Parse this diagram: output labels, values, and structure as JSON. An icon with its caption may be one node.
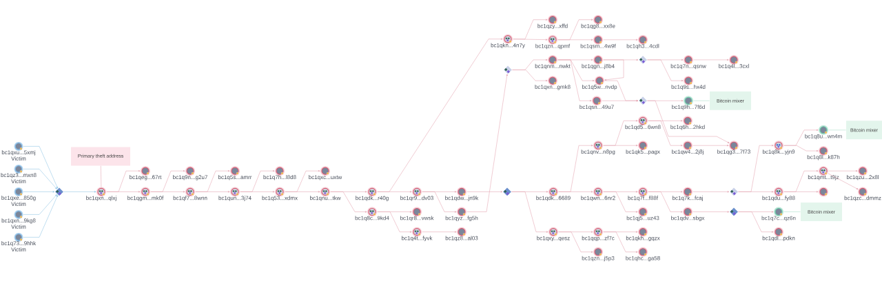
{
  "diagram": {
    "nodes": [
      {
        "text": [
          "bc1qxu...5xmj",
          "Victim"
        ]
      },
      {
        "text": [
          "bc1qz3...mxn8",
          "Victim"
        ]
      },
      {
        "text": [
          "bc1qxe...850g",
          "Victim"
        ]
      },
      {
        "text": [
          "bc1qxn...9kg8",
          "Victim"
        ]
      },
      {
        "text": [
          "bc1q73...9hhk",
          "Victim"
        ]
      },
      {
        "text": [],
        "shape": "diamond"
      },
      {
        "text": [
          "Primary theft address"
        ]
      },
      {
        "text": [
          "bc1qxn...qlxj"
        ]
      },
      {
        "text": [
          "bc1qeg...67rt"
        ]
      },
      {
        "text": [
          "bc1qgm...mk0f"
        ]
      },
      {
        "text": [
          "bc1q9n...g2u7"
        ]
      },
      {
        "text": [
          "bc1qf7...8wnn"
        ]
      },
      {
        "text": [
          "bc1q5s...amrr"
        ]
      },
      {
        "text": [
          "bc1qun...3j74"
        ]
      },
      {
        "text": [
          "bc1q7h...l8d8"
        ]
      },
      {
        "text": [
          "bc1q53...xdmx"
        ]
      },
      {
        "text": [
          "bc1qxc...uxtw"
        ]
      },
      {
        "text": [
          "bc1qnu...tkw"
        ]
      },
      {
        "text": [
          "bc1qdk...r40g"
        ]
      },
      {
        "text": [
          "bc1q8c...9kd4"
        ]
      },
      {
        "text": [
          "bc1qr9...dv03"
        ]
      },
      {
        "text": [
          "bc1qr8...vwsk"
        ]
      },
      {
        "text": [
          "bc1q4t...fyvk"
        ]
      },
      {
        "text": [
          "bc1qdw...jn9k"
        ]
      },
      {
        "text": [
          "bc1qyz...fg5h"
        ]
      },
      {
        "text": [
          "bc1qz8...al03"
        ]
      },
      {
        "text": [
          "bc1qkn...4n7y"
        ]
      },
      {
        "text": [],
        "shape": "diamond"
      },
      {
        "text": [],
        "shape": "diamond"
      },
      {
        "text": [
          "bc1qzy...xffd"
        ]
      },
      {
        "text": [
          "bc1qzn...qpmf"
        ]
      },
      {
        "text": [
          "bc1qnm...nwkt"
        ]
      },
      {
        "text": [
          "bc1qxn...gmk8"
        ]
      },
      {
        "text": [
          "bc1qdk...6689"
        ]
      },
      {
        "text": [
          "bc1qxy...qesz"
        ]
      },
      {
        "text": [
          "bc1qg8...xx8e"
        ]
      },
      {
        "text": [
          "bc1qsm...4w9f"
        ]
      },
      {
        "text": [
          "bc1qgn...j8b4"
        ]
      },
      {
        "text": [
          "bc1q5w...nvdp"
        ]
      },
      {
        "text": [
          "bc1qsn...49u7"
        ]
      },
      {
        "text": [
          "bc1qnv...n8pg"
        ]
      },
      {
        "text": [
          "bc1qwn...6nr2"
        ]
      },
      {
        "text": [
          "bc1qqp...zf7c"
        ]
      },
      {
        "text": [
          "bc1qzn...j5p3"
        ]
      },
      {
        "text": [
          "bc1qh3...4cdl"
        ]
      },
      {
        "text": [],
        "shape": "diamond"
      },
      {
        "text": [],
        "shape": "diamond"
      },
      {
        "text": [
          "bc1qd5...6wn8"
        ]
      },
      {
        "text": [
          "bc1qk5...pagx"
        ]
      },
      {
        "text": [
          "bc1q7f...f88f"
        ]
      },
      {
        "text": [
          "bc1qj5...uz43"
        ]
      },
      {
        "text": [
          "bc1qkh...gqzx"
        ]
      },
      {
        "text": [
          "bc1qhc...ga58"
        ]
      },
      {
        "text": [
          "bc1q7n...qsnw"
        ]
      },
      {
        "text": [
          "bc1q9s...hx4d"
        ]
      },
      {
        "text": [
          "bc1q9h...7f6d"
        ]
      },
      {
        "text": [
          "Bitcoin mixer"
        ]
      },
      {
        "text": [
          "bc1q6h...2hkd"
        ]
      },
      {
        "text": [
          "bc1qw4...2j8j"
        ]
      },
      {
        "text": [
          "bc1q7k...fcaj"
        ]
      },
      {
        "text": [
          "bc1qdv...sbgx"
        ]
      },
      {
        "text": [
          "bc1q4l...3cxl"
        ]
      },
      {
        "text": [
          "bc1qg3...7f73"
        ]
      },
      {
        "text": [],
        "shape": "diamond"
      },
      {
        "text": [],
        "shape": "diamond"
      },
      {
        "text": [
          "bc1q8k...yjn9"
        ]
      },
      {
        "text": [
          "bc1qdu...fy88"
        ]
      },
      {
        "text": [
          "bc1q7c...qz6n"
        ]
      },
      {
        "text": [
          "Bitcoin mixer"
        ]
      },
      {
        "text": [
          "bc1qdl...pdkn"
        ]
      },
      {
        "text": [
          "bc1q8u...wn4m"
        ]
      },
      {
        "text": [
          "Bitcoin mixer"
        ]
      },
      {
        "text": [
          "bc1q8l...k87h"
        ]
      },
      {
        "text": [
          "bc1qmt...t9jz"
        ]
      },
      {
        "text": [],
        "shape": "circle"
      },
      {
        "text": [
          "bc1qzu...2x8l"
        ]
      },
      {
        "text": [
          "bc1qzc...dmmz"
        ]
      }
    ],
    "edges": [
      {
        "from": 0,
        "to": 5,
        "arrow": "to",
        "color": "#8cc3e4"
      },
      {
        "from": 1,
        "to": 5,
        "arrow": "to",
        "color": "#8cc3e4"
      },
      {
        "from": 2,
        "to": 5,
        "arrow": "to",
        "color": "#8cc3e4"
      },
      {
        "from": 3,
        "to": 5,
        "arrow": "to",
        "color": "#8cc3e4"
      },
      {
        "from": 4,
        "to": 5,
        "arrow": "to",
        "color": "#8cc3e4"
      },
      {
        "from": 5,
        "to": 7,
        "arrow": "to",
        "color": "#8cc3e4"
      },
      {
        "from": 6,
        "to": 7,
        "arrow": "none"
      },
      {
        "from": 7,
        "to": 8,
        "arrow": "to"
      },
      {
        "from": 7,
        "to": 9,
        "arrow": "to"
      },
      {
        "from": 9,
        "to": 10,
        "arrow": "to"
      },
      {
        "from": 9,
        "to": 11,
        "arrow": "to"
      },
      {
        "from": 11,
        "to": 12,
        "arrow": "to"
      },
      {
        "from": 11,
        "to": 13,
        "arrow": "to"
      },
      {
        "from": 13,
        "to": 14,
        "arrow": "to"
      },
      {
        "from": 13,
        "to": 15,
        "arrow": "to"
      },
      {
        "from": 15,
        "to": 16,
        "arrow": "to"
      },
      {
        "from": 15,
        "to": 17,
        "arrow": "to"
      },
      {
        "from": 17,
        "to": 18,
        "arrow": "to"
      },
      {
        "from": 17,
        "to": 19,
        "arrow": "to"
      },
      {
        "from": 18,
        "to": 20,
        "arrow": "to"
      },
      {
        "from": 18,
        "to": 26,
        "arrow": "to"
      },
      {
        "from": 19,
        "to": 21,
        "arrow": "to"
      },
      {
        "from": 19,
        "to": 22,
        "arrow": "to"
      },
      {
        "from": 20,
        "to": 23,
        "arrow": "to"
      },
      {
        "from": 20,
        "to": 24,
        "arrow": "to"
      },
      {
        "from": 22,
        "to": 25,
        "arrow": "to"
      },
      {
        "from": 23,
        "to": 28,
        "arrow": "to"
      },
      {
        "from": 24,
        "to": 27,
        "arrow": "to"
      },
      {
        "from": 26,
        "to": 29,
        "arrow": "to"
      },
      {
        "from": 26,
        "to": 30,
        "arrow": "to"
      },
      {
        "from": 30,
        "to": 35,
        "arrow": "to"
      },
      {
        "from": 30,
        "to": 36,
        "arrow": "to"
      },
      {
        "from": 36,
        "to": 44,
        "arrow": "to"
      },
      {
        "from": 27,
        "to": 31,
        "arrow": "to"
      },
      {
        "from": 27,
        "to": 32,
        "arrow": "to"
      },
      {
        "from": 31,
        "to": 37,
        "arrow": "to"
      },
      {
        "from": 31,
        "to": 38,
        "arrow": "to"
      },
      {
        "from": 37,
        "to": 38,
        "arrow": "to"
      },
      {
        "from": 31,
        "to": 39,
        "arrow": "to"
      },
      {
        "from": 38,
        "to": 46,
        "arrow": "to"
      },
      {
        "from": 39,
        "to": 46,
        "arrow": "to"
      },
      {
        "from": 37,
        "to": 45,
        "arrow": "to"
      },
      {
        "from": 45,
        "to": 53,
        "arrow": "to"
      },
      {
        "from": 45,
        "to": 54,
        "arrow": "to"
      },
      {
        "from": 53,
        "to": 61,
        "arrow": "to"
      },
      {
        "from": 46,
        "to": 55,
        "arrow": "to"
      },
      {
        "from": 46,
        "to": 62,
        "arrow": "to"
      },
      {
        "from": 55,
        "to": 56,
        "arrow": "none",
        "color": "#a6dcc6"
      },
      {
        "from": 28,
        "to": 33,
        "arrow": "to"
      },
      {
        "from": 28,
        "to": 34,
        "arrow": "to"
      },
      {
        "from": 33,
        "to": 40,
        "arrow": "to"
      },
      {
        "from": 33,
        "to": 41,
        "arrow": "to"
      },
      {
        "from": 40,
        "to": 47,
        "arrow": "to"
      },
      {
        "from": 40,
        "to": 48,
        "arrow": "to"
      },
      {
        "from": 47,
        "to": 57,
        "arrow": "to"
      },
      {
        "from": 47,
        "to": 58,
        "arrow": "to"
      },
      {
        "from": 58,
        "to": 62,
        "arrow": "to"
      },
      {
        "from": 41,
        "to": 49,
        "arrow": "to"
      },
      {
        "from": 41,
        "to": 50,
        "arrow": "to"
      },
      {
        "from": 49,
        "to": 59,
        "arrow": "to"
      },
      {
        "from": 49,
        "to": 60,
        "arrow": "to"
      },
      {
        "from": 59,
        "to": 63,
        "arrow": "to"
      },
      {
        "from": 60,
        "to": 64,
        "arrow": "to"
      },
      {
        "from": 34,
        "to": 42,
        "arrow": "to"
      },
      {
        "from": 34,
        "to": 43,
        "arrow": "to"
      },
      {
        "from": 42,
        "to": 51,
        "arrow": "to"
      },
      {
        "from": 42,
        "to": 52,
        "arrow": "to"
      },
      {
        "from": 63,
        "to": 65,
        "arrow": "to"
      },
      {
        "from": 63,
        "to": 66,
        "arrow": "to"
      },
      {
        "from": 65,
        "to": 70,
        "arrow": "to"
      },
      {
        "from": 65,
        "to": 72,
        "arrow": "to"
      },
      {
        "from": 70,
        "to": 71,
        "arrow": "none",
        "color": "#a6dcc6"
      },
      {
        "from": 66,
        "to": 73,
        "arrow": "to"
      },
      {
        "from": 66,
        "to": 74,
        "arrow": "to"
      },
      {
        "from": 73,
        "to": 75,
        "arrow": "to"
      },
      {
        "from": 73,
        "to": 76,
        "arrow": "to"
      },
      {
        "from": 64,
        "to": 67,
        "arrow": "to"
      },
      {
        "from": 64,
        "to": 69,
        "arrow": "to"
      },
      {
        "from": 67,
        "to": 68,
        "arrow": "none",
        "color": "#a6dcc6"
      }
    ]
  }
}
